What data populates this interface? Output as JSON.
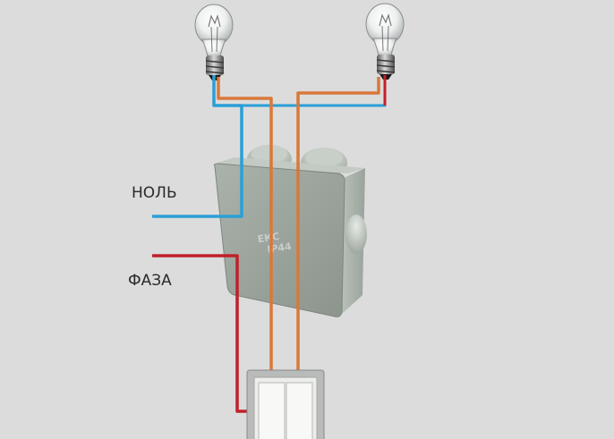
{
  "labels": {
    "neutral": "НОЛЬ",
    "phase": "ФАЗА"
  },
  "junction_box": {
    "brand_line1": "ЕКС",
    "brand_line2": "IP44"
  },
  "colors": {
    "background": "#dcdcdc",
    "neutral_wire": "#2a9fd6",
    "phase_wire": "#c0202a",
    "switched_wire": "#d9783a"
  },
  "icons": {
    "lamp": "light-bulb-icon",
    "switch": "double-rocker-switch-icon"
  }
}
